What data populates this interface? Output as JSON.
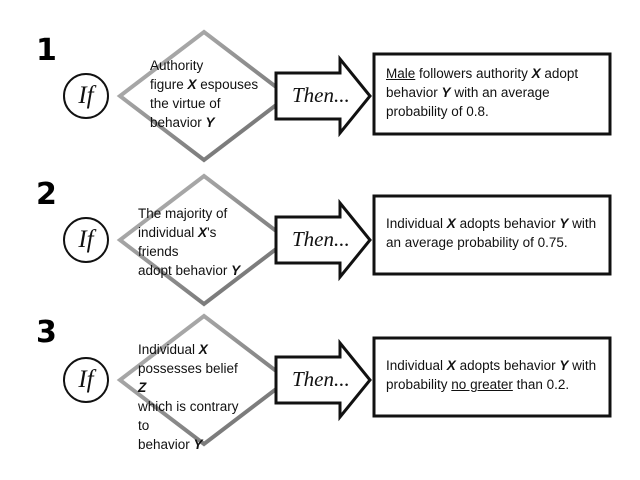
{
  "rules": [
    {
      "number": "1",
      "if_label": "If",
      "then_label": "Then...",
      "condition": [
        [
          {
            "t": "Authority"
          }
        ],
        [
          {
            "t": "figure "
          },
          {
            "t": "X",
            "b": true
          },
          {
            "t": " espouses"
          }
        ],
        [
          {
            "t": "the virtue of"
          }
        ],
        [
          {
            "t": "behavior "
          },
          {
            "t": "Y",
            "b": true
          }
        ]
      ],
      "result": [
        [
          {
            "t": "Male",
            "u": true
          },
          {
            "t": " followers authority "
          },
          {
            "t": "X",
            "b": true
          },
          {
            "t": " adopt"
          }
        ],
        [
          {
            "t": "behavior "
          },
          {
            "t": "Y",
            "b": true
          },
          {
            "t": " with an average"
          }
        ],
        [
          {
            "t": "probability of 0.8."
          }
        ]
      ]
    },
    {
      "number": "2",
      "if_label": "If",
      "then_label": "Then...",
      "condition": [
        [
          {
            "t": "The majority of"
          }
        ],
        [
          {
            "t": "individual "
          },
          {
            "t": "X",
            "b": true
          },
          {
            "t": "'s friends"
          }
        ],
        [
          {
            "t": "adopt behavior "
          },
          {
            "t": "Y",
            "b": true
          }
        ]
      ],
      "result": [
        [
          {
            "t": "Individual "
          },
          {
            "t": "X",
            "b": true
          },
          {
            "t": " adopts behavior "
          },
          {
            "t": "Y",
            "b": true
          },
          {
            "t": " with"
          }
        ],
        [
          {
            "t": "an average probability  of 0.75."
          }
        ]
      ]
    },
    {
      "number": "3",
      "if_label": "If",
      "then_label": "Then...",
      "condition": [
        [
          {
            "t": "Individual "
          },
          {
            "t": "X",
            "b": true
          }
        ],
        [
          {
            "t": "possesses belief "
          },
          {
            "t": "Z",
            "b": true
          }
        ],
        [
          {
            "t": "which is contrary to"
          }
        ],
        [
          {
            "t": "behavior "
          },
          {
            "t": "Y",
            "b": true
          }
        ]
      ],
      "result": [
        [
          {
            "t": "Individual "
          },
          {
            "t": "X",
            "b": true
          },
          {
            "t": " adopts behavior "
          },
          {
            "t": "Y",
            "b": true
          },
          {
            "t": " with"
          }
        ],
        [
          {
            "t": "probability "
          },
          {
            "t": "no greater",
            "u": true
          },
          {
            "t": " than 0.2."
          }
        ]
      ]
    }
  ]
}
